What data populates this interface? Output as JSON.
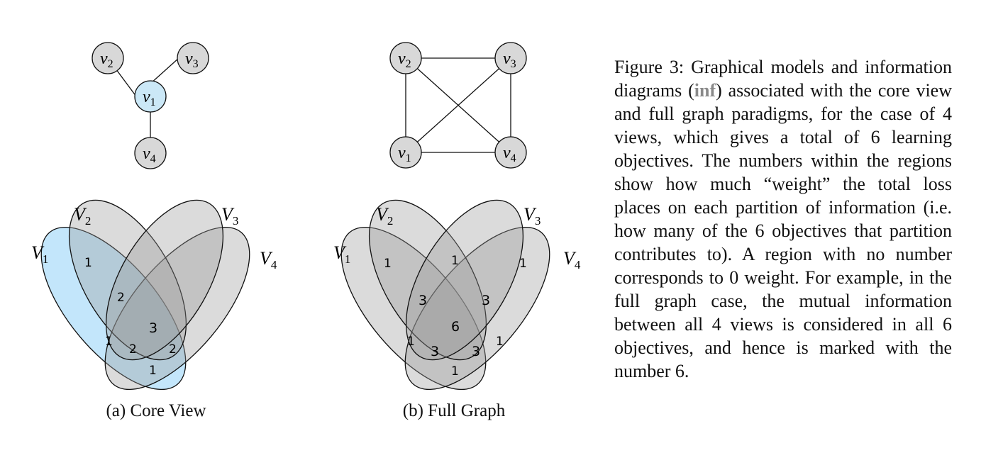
{
  "figure": {
    "label": "Figure 3:",
    "caption_before_cite": "Graphical models and information diagrams (",
    "cite": "inf",
    "caption_after_cite": ") associated with the core view and full graph paradigms, for the case of 4 views, which gives a total of 6 learning objectives. The numbers within the regions show how much “weight” the total loss places on each partition of information (i.e. how many of the 6 objectives that partition contributes to).  A region with no number corresponds to 0 weight. For example, in the full graph case, the mutual information between all 4 views is considered in all 6 objectives, and hence is marked with the number 6."
  },
  "colors": {
    "core_node": "#cbe8f7",
    "node": "#d8d8d8",
    "v1_fill_core": "#c3e6fb",
    "set_fill": "#999999",
    "outline": "#111111"
  },
  "panel_a": {
    "caption": "(a) Core View",
    "nodes": {
      "v1": {
        "base": "v",
        "sub": "1"
      },
      "v2": {
        "base": "v",
        "sub": "2"
      },
      "v3": {
        "base": "v",
        "sub": "3"
      },
      "v4": {
        "base": "v",
        "sub": "4"
      }
    },
    "sets": {
      "V1": {
        "base": "V",
        "sub": "1"
      },
      "V2": {
        "base": "V",
        "sub": "2"
      },
      "V3": {
        "base": "V",
        "sub": "3"
      },
      "V4": {
        "base": "V",
        "sub": "4"
      }
    },
    "regions": {
      "v1v2": "1",
      "v1v2v3": "2",
      "v1v2v3v4": "3",
      "v1v2v4": "1",
      "v1v2v4_lower": "2",
      "v1v3v4_lower": "2",
      "v1v4": "1"
    }
  },
  "panel_b": {
    "caption": "(b) Full Graph",
    "nodes": {
      "v1": {
        "base": "v",
        "sub": "1"
      },
      "v2": {
        "base": "v",
        "sub": "2"
      },
      "v3": {
        "base": "v",
        "sub": "3"
      },
      "v4": {
        "base": "v",
        "sub": "4"
      }
    },
    "sets": {
      "V1": {
        "base": "V",
        "sub": "1"
      },
      "V2": {
        "base": "V",
        "sub": "2"
      },
      "V3": {
        "base": "V",
        "sub": "3"
      },
      "V4": {
        "base": "V",
        "sub": "4"
      }
    },
    "regions": {
      "v1v2": "1",
      "v2v3": "1",
      "v3v4": "1",
      "v1v2v3": "3",
      "v2v3v4": "3",
      "v1v2v3v4": "6",
      "v1v3": "1",
      "v1v2v4": "3",
      "v1v3v4": "3",
      "v2v4": "1",
      "v1v4": "1"
    }
  }
}
